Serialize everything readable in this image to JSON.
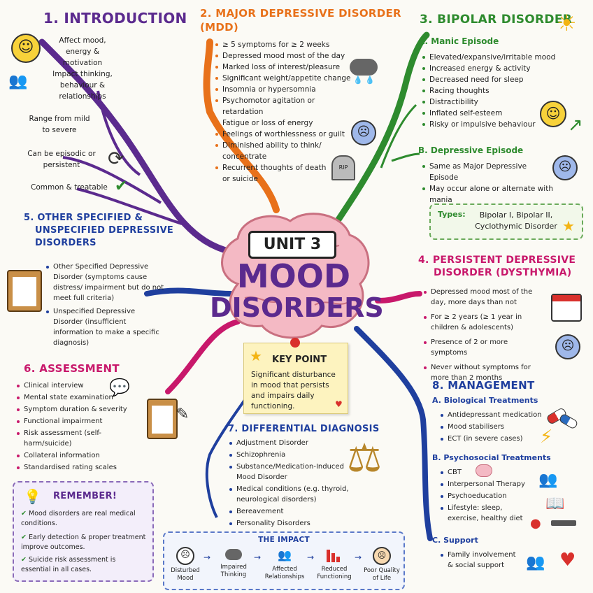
{
  "center": {
    "unit": "UNIT 3",
    "title1": "MOOD",
    "title2": "DISORDERS"
  },
  "key_point": {
    "title": "KEY POINT",
    "text": "Significant disturbance in mood that persists and impairs daily functioning."
  },
  "intro": {
    "title": "1. INTRODUCTION",
    "items": [
      "Affect mood, energy & motivation",
      "Impact thinking, behaviour & relationships",
      "Range from mild to severe",
      "Can be episodic or persistent",
      "Common & treatable"
    ]
  },
  "mdd": {
    "title1": "2. MAJOR DEPRESSIVE DISORDER",
    "title2": "(MDD)",
    "items": [
      "≥ 5 symptoms for ≥ 2 weeks",
      "Depressed mood most of the day",
      "Marked loss of interest/pleasure",
      "Significant weight/appetite change",
      "Insomnia or hypersomnia",
      "Psychomotor agitation or retardation",
      "Fatigue or loss of energy",
      "Feelings of worthlessness or guilt",
      "Diminished ability to think/ concentrate",
      "Recurrent thoughts of death or suicide"
    ],
    "rip": "RIP"
  },
  "bipolar": {
    "title": "3. BIPOLAR DISORDER",
    "manic_title": "A. Manic Episode",
    "manic": [
      "Elevated/expansive/irritable mood",
      "Increased energy & activity",
      "Decreased need for sleep",
      "Racing thoughts",
      "Distractibility",
      "Inflated self-esteem",
      "Risky or impulsive behaviour"
    ],
    "dep_title": "B. Depressive Episode",
    "dep": [
      "Same as Major Depressive Episode",
      "May occur alone or alternate with mania"
    ],
    "types_label": "Types:",
    "types_text": "Bipolar I, Bipolar II, Cyclothymic Disorder"
  },
  "persistent": {
    "title1": "4. PERSISTENT DEPRESSIVE",
    "title2": "DISORDER (DYSTHYMIA)",
    "items": [
      "Depressed mood most of the day, more days than not",
      "For ≥ 2 years (≥ 1 year in children & adolescents)",
      "Presence of 2 or more symptoms",
      "Never without symptoms for more than 2 months"
    ]
  },
  "other": {
    "title1": "5. OTHER SPECIFIED &",
    "title2": "UNSPECIFIED DEPRESSIVE",
    "title3": "DISORDERS",
    "items": [
      "Other Specified Depressive Disorder (symptoms cause distress/ impairment but do not meet full criteria)",
      "Unspecified Depressive Disorder (insufficient information to make a specific diagnosis)"
    ]
  },
  "assessment": {
    "title": "6. ASSESSMENT",
    "items": [
      "Clinical interview",
      "Mental state examination",
      "Symptom duration & severity",
      "Functional impairment",
      "Risk assessment (self-harm/suicide)",
      "Collateral information",
      "Standardised rating scales"
    ]
  },
  "differential": {
    "title": "7. DIFFERENTIAL DIAGNOSIS",
    "items": [
      "Adjustment Disorder",
      "Schizophrenia",
      "Substance/Medication-Induced Mood Disorder",
      "Medical conditions (e.g. thyroid, neurological disorders)",
      "Bereavement",
      "Personality Disorders"
    ]
  },
  "management": {
    "title": "8. MANAGEMENT",
    "bio_title": "A. Biological Treatments",
    "bio": [
      "Antidepressant medication",
      "Mood stabilisers",
      "ECT (in severe cases)"
    ],
    "psy_title": "B. Psychosocial Treatments",
    "psy": [
      "CBT",
      "Interpersonal Therapy",
      "Psychoeducation",
      "Lifestyle: sleep, exercise, healthy diet"
    ],
    "sup_title": "C. Support",
    "sup": [
      "Family involvement & social support"
    ]
  },
  "remember": {
    "title": "REMEMBER!",
    "items": [
      "Mood disorders are real medical conditions.",
      "Early detection & proper treatment improve outcomes.",
      "Suicide risk assessment is essential in all cases."
    ]
  },
  "impact": {
    "title": "THE IMPACT",
    "steps": [
      {
        "l1": "Disturbed",
        "l2": "Mood"
      },
      {
        "l1": "Impaired",
        "l2": "Thinking"
      },
      {
        "l1": "Affected",
        "l2": "Relationships"
      },
      {
        "l1": "Reduced",
        "l2": "Functioning"
      },
      {
        "l1": "Poor Quality",
        "l2": "of Life"
      }
    ]
  },
  "colors": {
    "purple": "#5b2a8e",
    "orange": "#e8711a",
    "green": "#2e8b2e",
    "magenta": "#c8186b",
    "blue": "#1f3f9e",
    "brain": "#f4b9c4"
  }
}
